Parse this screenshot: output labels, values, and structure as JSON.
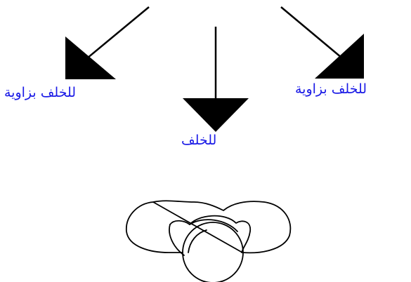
{
  "labels": {
    "back_diagonal_left": "للخلف بزاوية",
    "back": "للخلف",
    "back_diagonal_right": "للخلف بزاوية"
  },
  "colors": {
    "label_text": "#1a1ae6",
    "arrow": "#000000",
    "figure_outline": "#000000",
    "background": "#ffffff"
  },
  "icons": {
    "arrows": [
      "arrow-down-left-icon",
      "arrow-down-icon",
      "arrow-down-right-icon"
    ],
    "figure": "top-view-person-outline"
  }
}
